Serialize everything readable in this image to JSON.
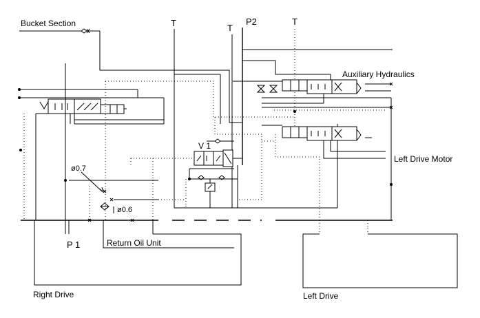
{
  "labels": {
    "bucket_section": "Bucket Section",
    "t1": "T",
    "t2": "T",
    "p2": "P2",
    "t3": "T",
    "auxiliary_hydraulics": "Auxiliary Hydraulics",
    "v1": "V 1",
    "left_drive_motor": "Left Drive Motor",
    "d07": "ø0.7",
    "d06": "ø0.6",
    "p1": "P 1",
    "return_oil_unit": "Return Oil Unit",
    "right_drive": "Right Drive",
    "left_drive": "Left Drive"
  }
}
